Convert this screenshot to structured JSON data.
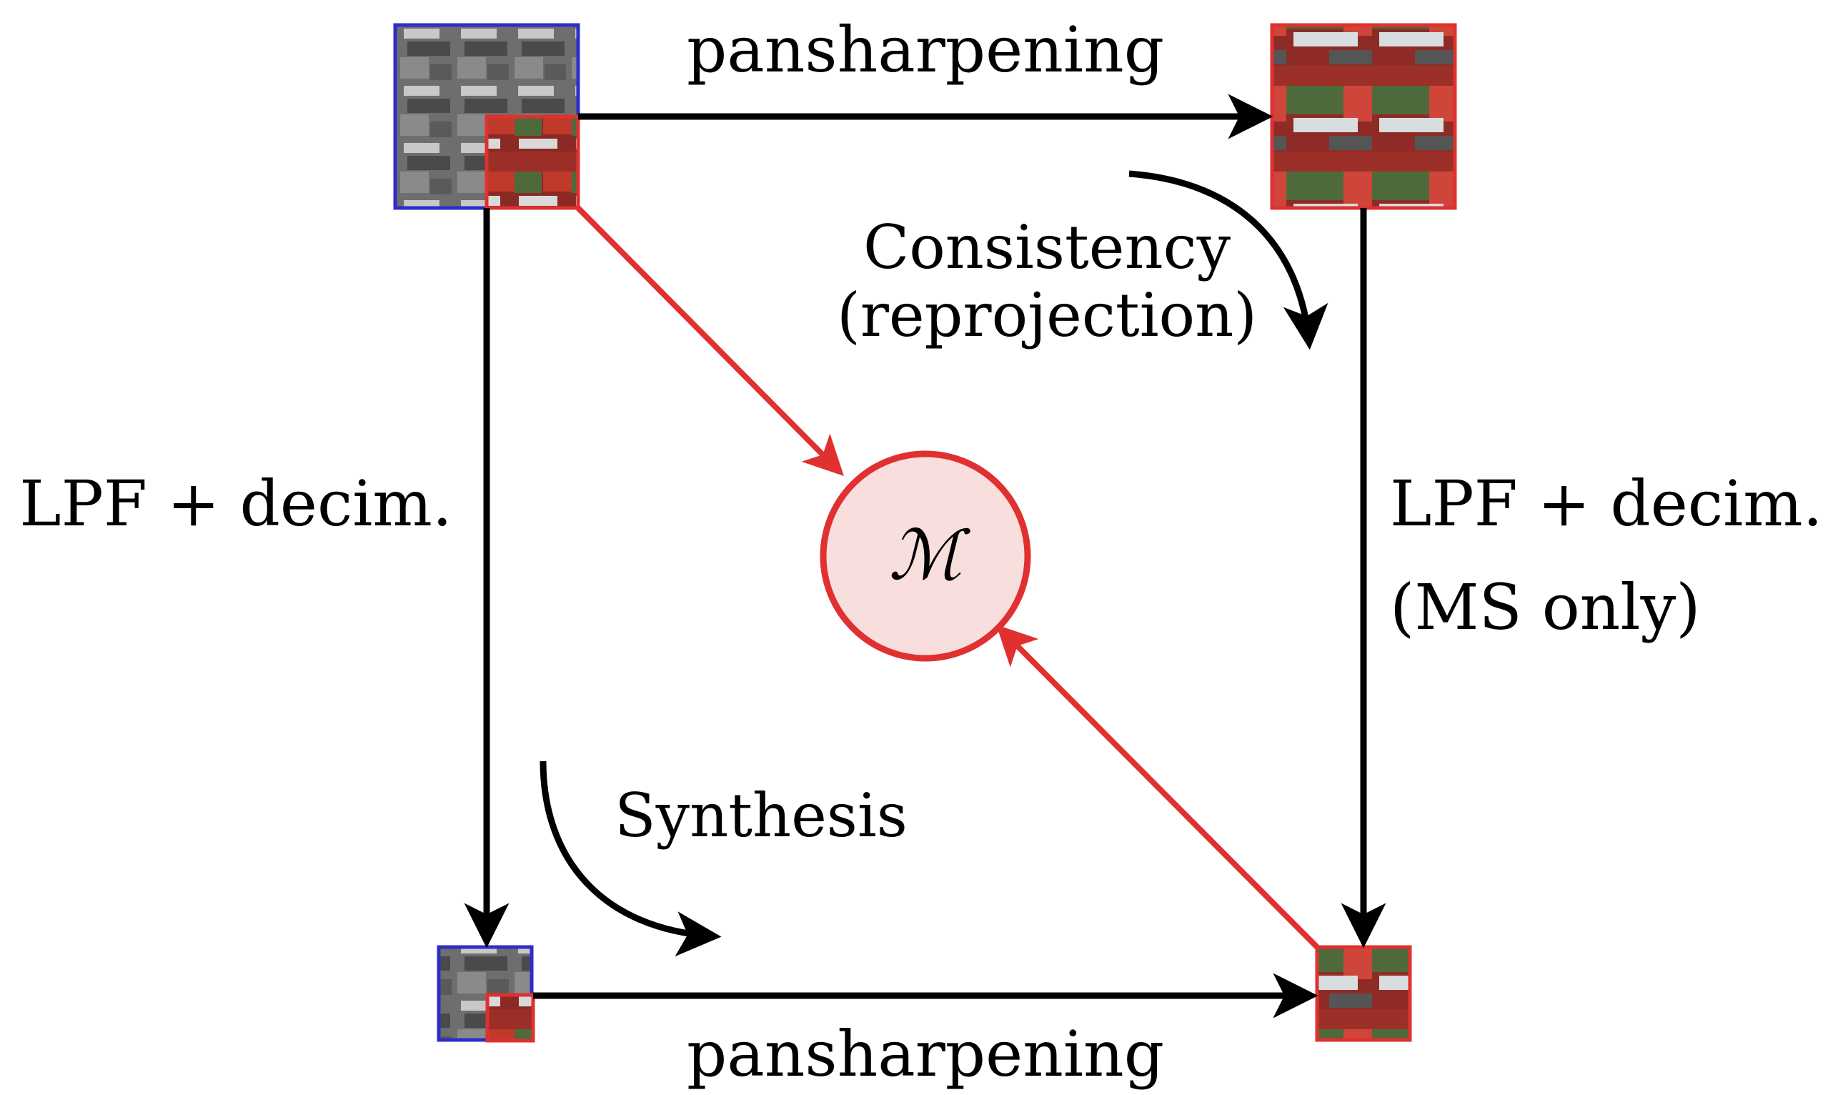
{
  "labels": {
    "top_arrow": "pansharpening",
    "bottom_arrow": "pansharpening",
    "left_arrow": "LPF + decim.",
    "right_arrow_line1": "LPF + decim.",
    "right_arrow_line2": "(MS only)",
    "consistency_line1": "Consistency",
    "consistency_line2": "(reprojection)",
    "synthesis": "Synthesis",
    "model_symbol": "ℳ"
  },
  "colors": {
    "black": "#000000",
    "red": "#e03030",
    "blue": "#2d2dc8",
    "model_fill": "#f9dede"
  },
  "icons": {
    "pan_full": "pan-image-thumbnail",
    "ms_full": "ms-image-thumbnail",
    "pansharpened_full": "pansharpened-image-thumbnail",
    "pan_reduced": "pan-reduced-thumbnail",
    "ms_reduced": "ms-reduced-thumbnail",
    "pansharpened_reduced": "pansharpened-reduced-thumbnail"
  }
}
